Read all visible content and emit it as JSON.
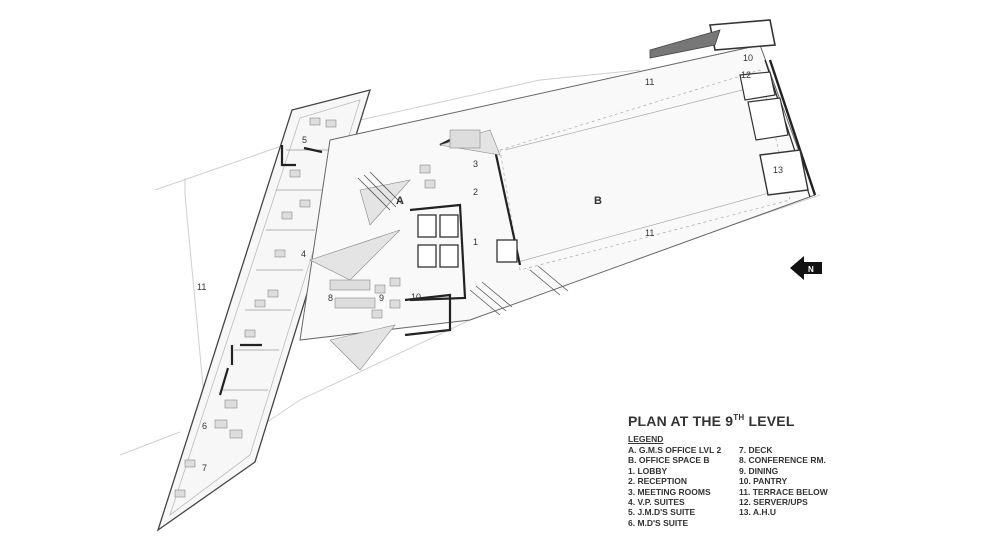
{
  "plan": {
    "title_main": "PLAN AT THE 9",
    "title_sup": "TH",
    "title_end": " LEVEL",
    "legend_heading": "LEGEND",
    "north_label": "N",
    "legend_col1": [
      "A. G.M.S OFFICE LVL 2",
      "B. OFFICE SPACE B",
      "1. LOBBY",
      "2. RECEPTION",
      "3. MEETING ROOMS",
      "4. V.P. SUITES",
      "5. J.M.D'S SUITE",
      "6. M.D'S SUITE"
    ],
    "legend_col2": [
      "7. DECK",
      "8. CONFERENCE RM.",
      "9. DINING",
      "10. PANTRY",
      "11. TERRACE BELOW",
      "12. SERVER/UPS",
      "13. A.H.U"
    ],
    "labels": {
      "A": "A",
      "B": "B",
      "l1": "1",
      "l2": "2",
      "l3": "3",
      "l4": "4",
      "l5": "5",
      "l6": "6",
      "l7": "7",
      "l8": "8",
      "l9": "9",
      "l10": "10",
      "l10b": "10",
      "l11_left": "11",
      "l11_top": "11",
      "l11_bottom": "11",
      "l12": "12",
      "l13": "13"
    }
  }
}
